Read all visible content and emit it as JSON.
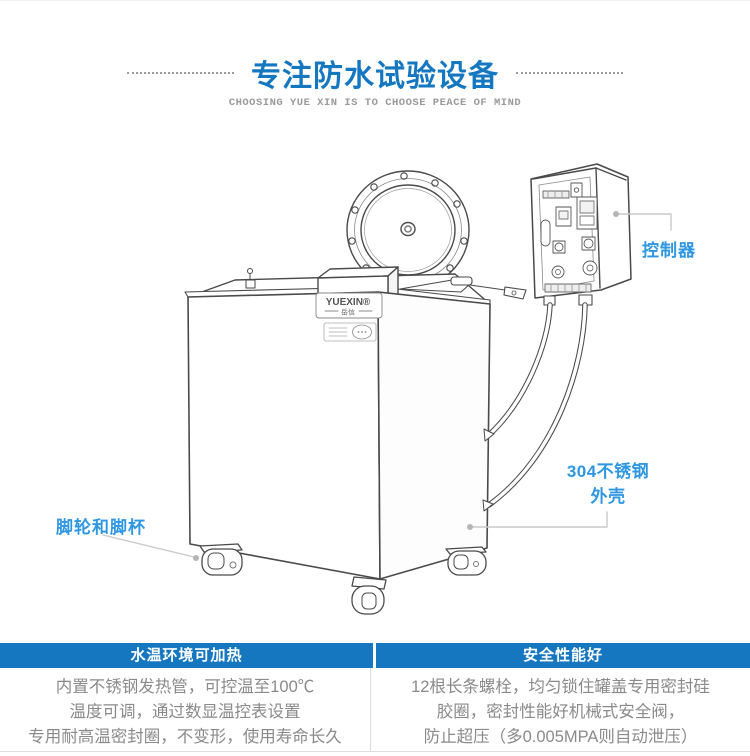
{
  "header": {
    "title": "专注防水试验设备",
    "subtitle": "CHOOSING YUE XIN IS TO CHOOSE PEACE OF MIND"
  },
  "diagram": {
    "labels": {
      "controller": "控制器",
      "shell_line1": "304不锈钢",
      "shell_line2": "外壳",
      "casters": "脚轮和脚杯"
    },
    "logo": {
      "brand": "YUEXIN®",
      "brand_cn": "岳信"
    }
  },
  "features": {
    "left": {
      "title": "水温环境可加热",
      "lines": [
        "内置不锈钢发热管，可控温至100℃",
        "温度可调，通过数显温控表设置",
        "专用耐高温密封圈，不变形，使用寿命长久"
      ]
    },
    "right": {
      "title": "安全性能好",
      "lines": [
        "12根长条螺栓，均匀锁住罐盖专用密封硅",
        "胶圈，密封性能好机械式安全阀，",
        "防止超压（多0.005MPA则自动泄压）"
      ]
    }
  },
  "colors": {
    "accent_blue": "#1577c0",
    "label_blue": "#2e97e2",
    "body_gray": "#8a8a8a",
    "line_art": "#4a4a4a"
  }
}
